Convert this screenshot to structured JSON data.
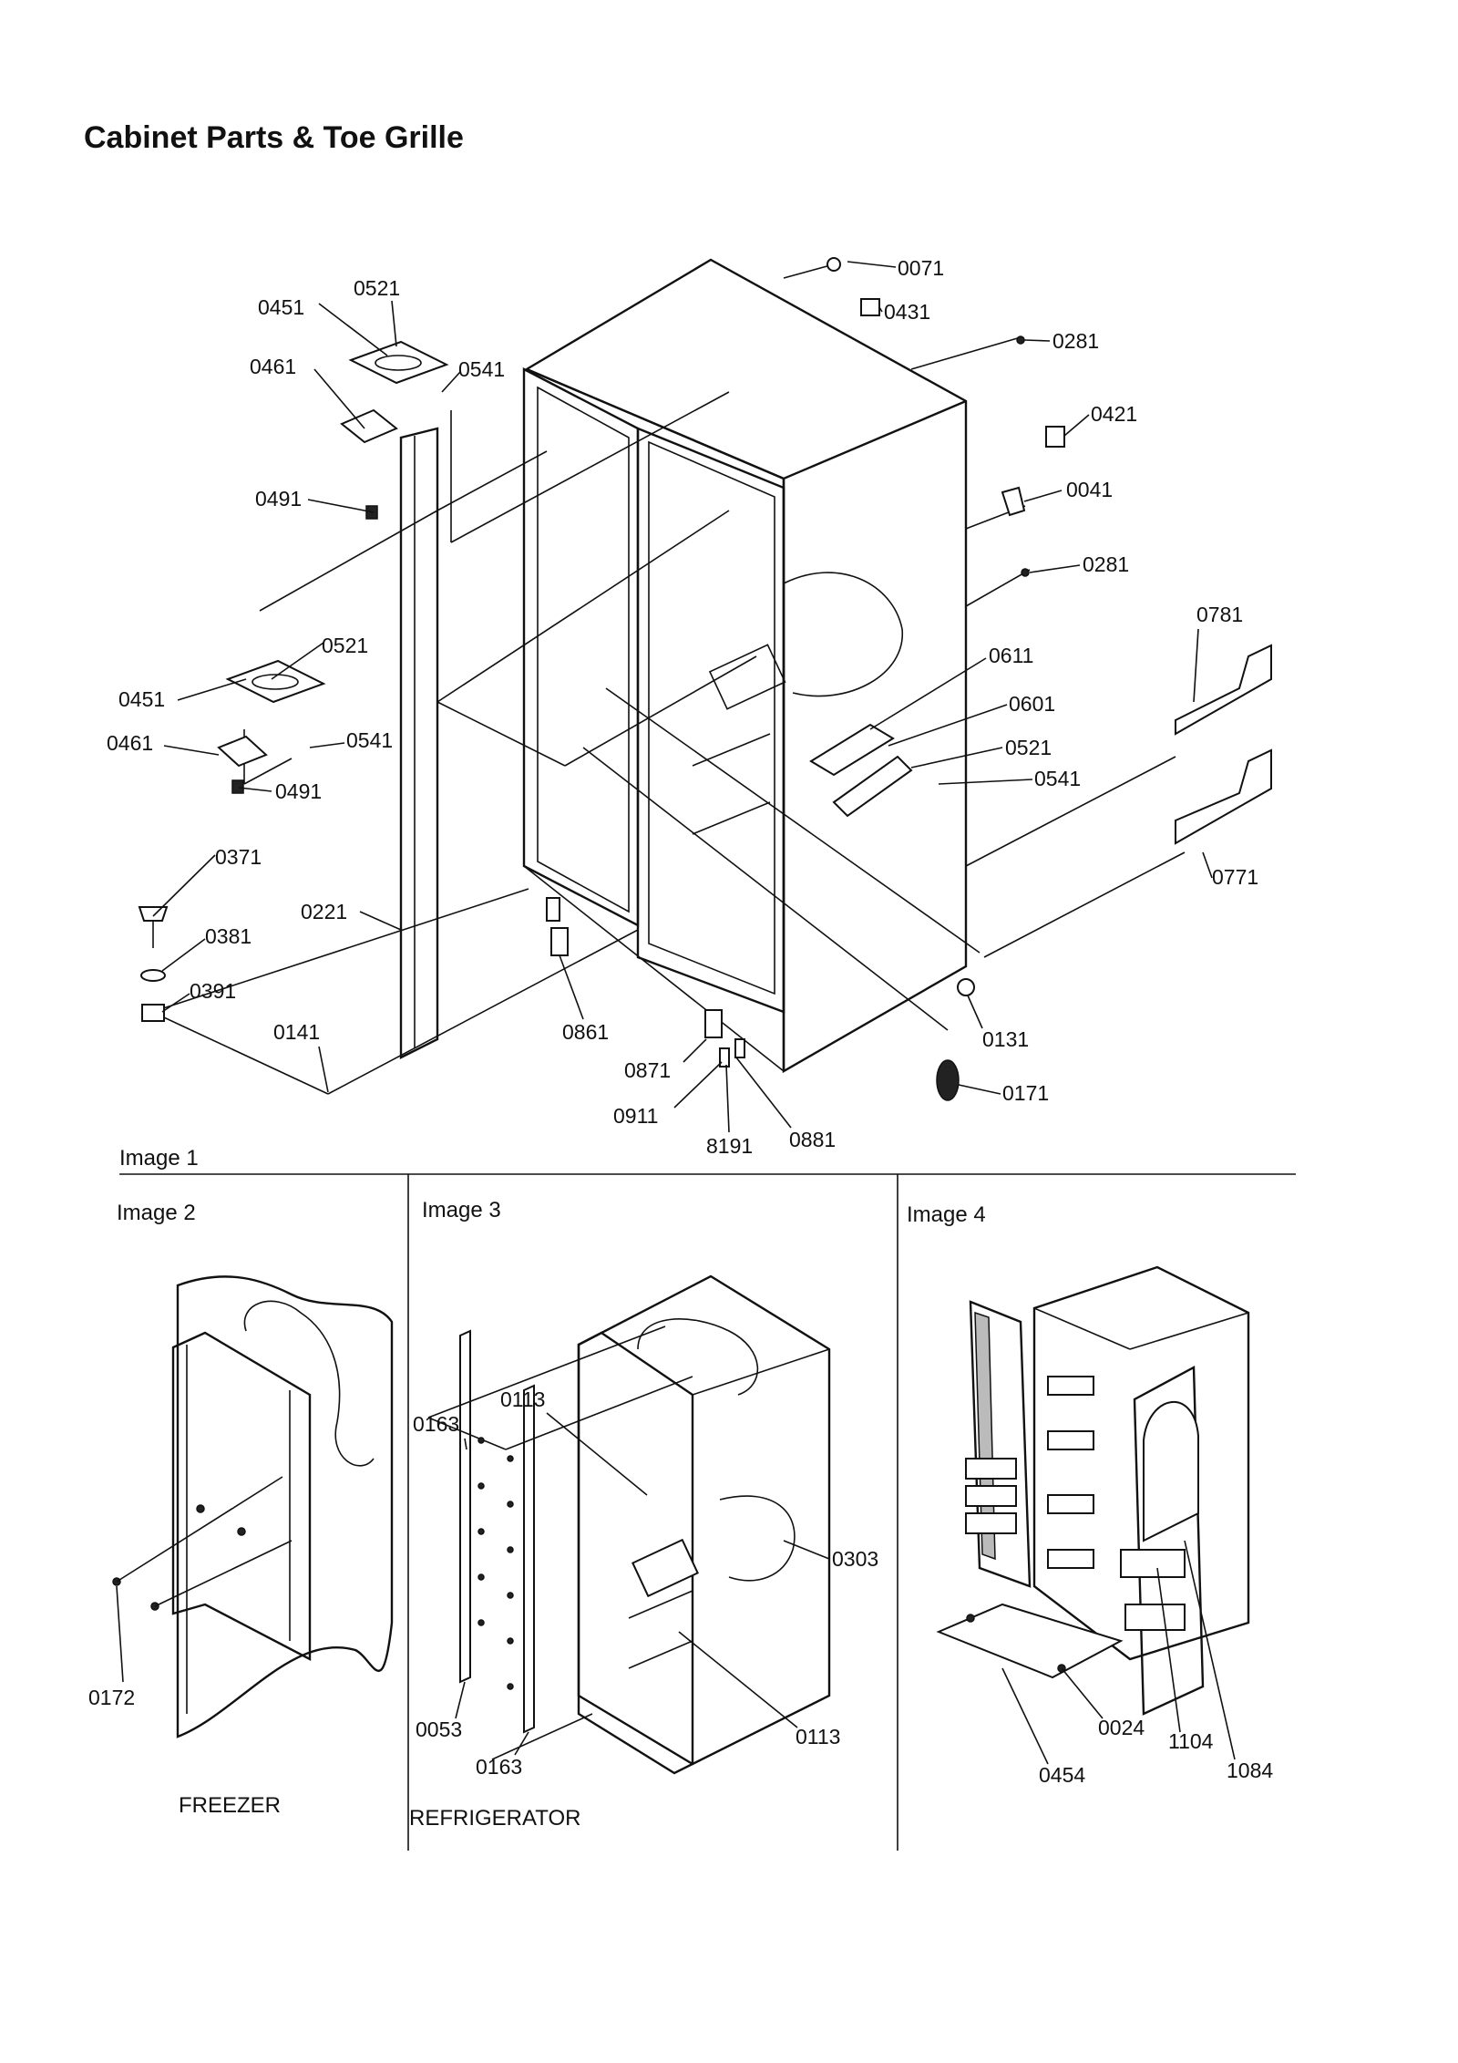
{
  "title": "Cabinet Parts & Toe Grille",
  "panels": [
    {
      "id": "image1",
      "caption": "Image 1"
    },
    {
      "id": "image2",
      "caption": "Image 2",
      "section": "FREEZER"
    },
    {
      "id": "image3",
      "caption": "Image 3",
      "section": "REFRIGERATOR"
    },
    {
      "id": "image4",
      "caption": "Image 4"
    }
  ],
  "callouts": {
    "image1": [
      "0071",
      "0431",
      "0281",
      "0421",
      "0041",
      "0281",
      "0781",
      "0611",
      "0601",
      "0521",
      "0541",
      "0771",
      "0131",
      "0171",
      "0881",
      "8191",
      "0911",
      "0871",
      "0861",
      "0141",
      "0391",
      "0381",
      "0371",
      "0221",
      "0491",
      "0461",
      "0451",
      "0521",
      "0541",
      "0491",
      "0461",
      "0451",
      "0521",
      "0541"
    ],
    "image2": [
      "0172"
    ],
    "image3": [
      "0163",
      "0113",
      "0303",
      "0113",
      "0053",
      "0163"
    ],
    "image4": [
      "0024",
      "1104",
      "1084",
      "0454"
    ]
  }
}
